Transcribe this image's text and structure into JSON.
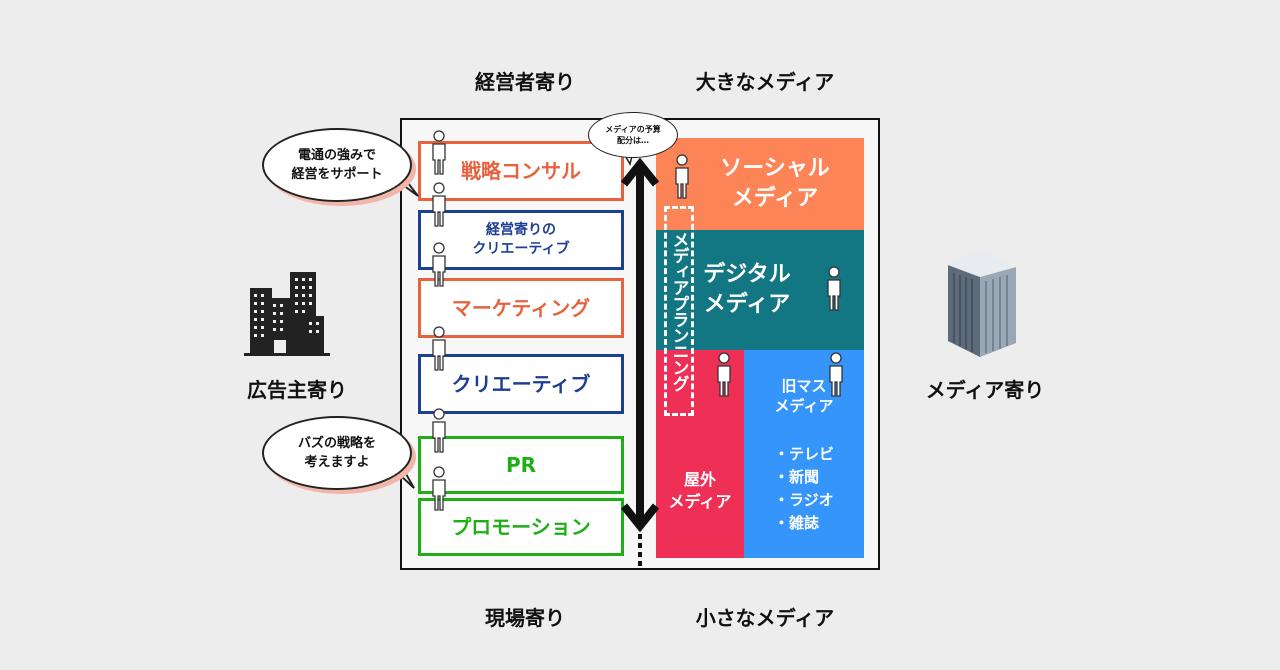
{
  "headings": {
    "top_left": "経営者寄り",
    "top_right": "大きなメディア",
    "bottom_left": "現場寄り",
    "bottom_right": "小さなメディア",
    "left": "広告主寄り",
    "right": "メディア寄り"
  },
  "roles": [
    {
      "lines": [
        "戦略コンサル"
      ],
      "color": "red"
    },
    {
      "lines": [
        "経営寄りの",
        "クリエーティブ"
      ],
      "color": "blue"
    },
    {
      "lines": [
        "マーケティング"
      ],
      "color": "red"
    },
    {
      "lines": [
        "クリエーティブ"
      ],
      "color": "blue"
    },
    {
      "lines": [
        "PR"
      ],
      "color": "green"
    },
    {
      "lines": [
        "プロモーション"
      ],
      "color": "green"
    }
  ],
  "bubbles": {
    "dentsu": [
      "電通の強みで",
      "経営をサポート"
    ],
    "buzz": [
      "バズの戦略を",
      "考えますよ"
    ],
    "budget": [
      "メディアの予算",
      "配分は…"
    ]
  },
  "media": {
    "social": [
      "ソーシャル",
      "メディア"
    ],
    "digital": [
      "デジタル",
      "メディア"
    ],
    "outdoor": [
      "屋外",
      "メディア"
    ],
    "mass": [
      "旧マス",
      "メディア"
    ],
    "mass_items": [
      "・テレビ",
      "・新聞",
      "・ラジオ",
      "・雑誌"
    ],
    "planning": "メディアプランニング"
  },
  "colors": {
    "social": "#fd8456",
    "digital": "#127683",
    "outdoor": "#ee2f56",
    "mass": "#3595fb",
    "red": "#e8623e",
    "blue": "#1d3f93",
    "green": "#1fae16"
  },
  "icons": {
    "advertiser": "office-buildings-icon",
    "media_company": "skyscraper-icon",
    "person": "person-icon"
  }
}
